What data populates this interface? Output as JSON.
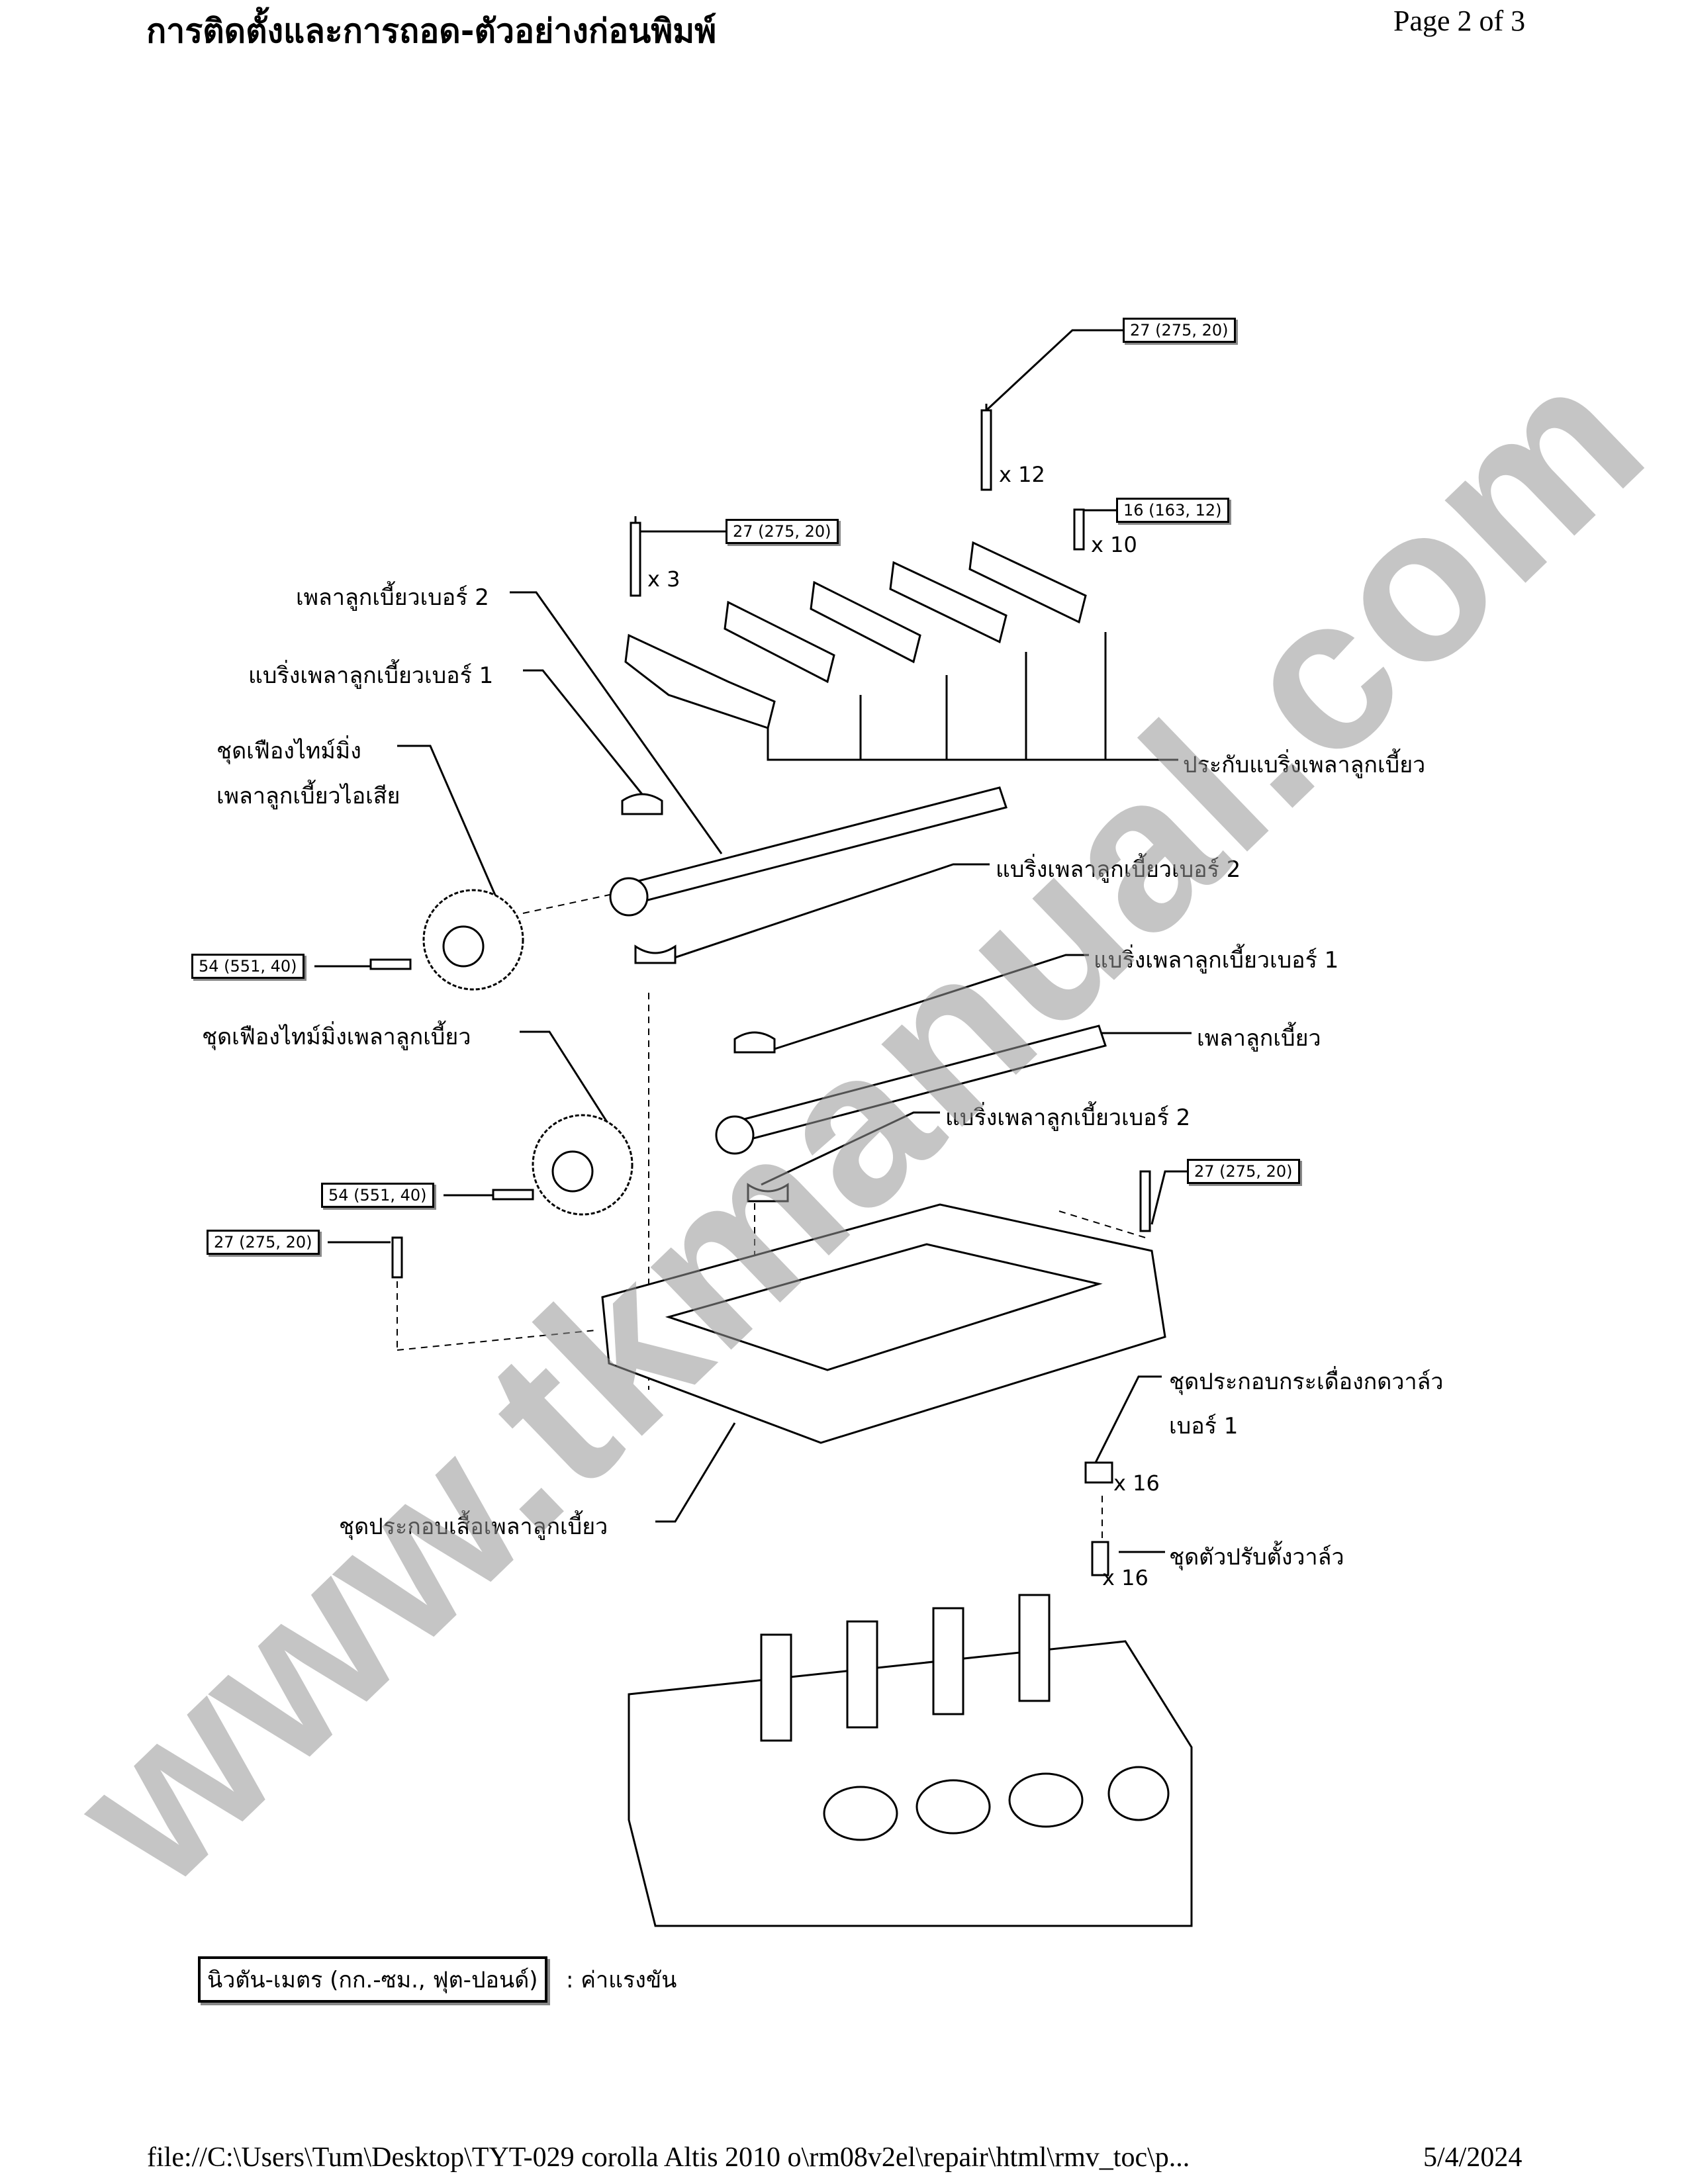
{
  "header": {
    "title": "การติดตั้งและการถอด-ตัวอย่างก่อนพิมพ์",
    "page": "Page 2 of 3"
  },
  "torque_labels": {
    "t1": "27 (275, 20)",
    "t2": "16 (163, 12)",
    "t3": "27 (275, 20)",
    "t4": "54 (551, 40)",
    "t5": "54 (551, 40)",
    "t6": "27 (275, 20)",
    "t7": "27 (275, 20)"
  },
  "quantities": {
    "q12": "x 12",
    "q10": "x 10",
    "q3": "x 3",
    "q16a": "x 16",
    "q16b": "x 16"
  },
  "parts": {
    "camshaft_no2": "เพลาลูกเบี้ยวเบอร์ 2",
    "bearing_no1_upper": "แบริ่งเพลาลูกเบี้ยวเบอร์ 1",
    "exhaust_gear_line1": "ชุดเฟืองไทม์มิ่ง",
    "exhaust_gear_line2": "เพลาลูกเบี้ยวไอเสีย",
    "bearing_caps": "ประกับแบริ่งเพลาลูกเบี้ยว",
    "bearing_no2_upper": "แบริ่งเพลาลูกเบี้ยวเบอร์ 2",
    "bearing_no1_lower": "แบริ่งเพลาลูกเบี้ยวเบอร์ 1",
    "intake_gear": "ชุดเฟืองไทม์มิ่งเพลาลูกเบี้ยว",
    "camshaft": "เพลาลูกเบี้ยว",
    "bearing_no2_lower": "แบริ่งเพลาลูกเบี้ยวเบอร์ 2",
    "rocker_line1": "ชุดประกอบกระเดื่องกดวาล์ว",
    "rocker_line2": "เบอร์ 1",
    "housing": "ชุดประกอบเสื้อเพลาลูกเบี้ยว",
    "lash_adjuster": "ชุดตัวปรับตั้งวาล์ว"
  },
  "legend": {
    "unit": "นิวตัน-เมตร (กก.-ซม., ฟุต-ปอนด์)",
    "meaning": ": ค่าแรงขัน"
  },
  "watermark": "www.tkmanual.com",
  "footer": {
    "path": "file://C:\\Users\\Tum\\Desktop\\TYT-029 corolla Altis 2010 o\\rm08v2el\\repair\\html\\rmv_toc\\p...",
    "date": "5/4/2024"
  }
}
